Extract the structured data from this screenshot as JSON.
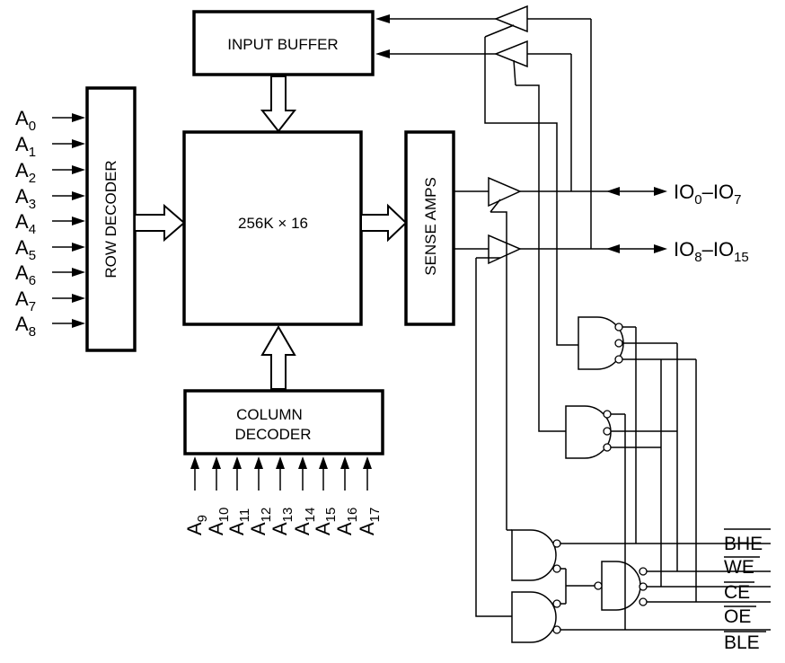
{
  "diagram": {
    "input_buffer_label": "INPUT BUFFER",
    "row_decoder_label": "ROW DECODER",
    "array_label": "256K × 16",
    "sense_amps_label": "SENSE AMPS",
    "column_decoder_line1": "COLUMN",
    "column_decoder_line2": "DECODER",
    "row_address_inputs": [
      {
        "base": "A",
        "sub": "0"
      },
      {
        "base": "A",
        "sub": "1"
      },
      {
        "base": "A",
        "sub": "2"
      },
      {
        "base": "A",
        "sub": "3"
      },
      {
        "base": "A",
        "sub": "4"
      },
      {
        "base": "A",
        "sub": "5"
      },
      {
        "base": "A",
        "sub": "6"
      },
      {
        "base": "A",
        "sub": "7"
      },
      {
        "base": "A",
        "sub": "8"
      }
    ],
    "column_address_inputs": [
      {
        "base": "A",
        "sub": "9"
      },
      {
        "base": "A",
        "sub": "10"
      },
      {
        "base": "A",
        "sub": "11"
      },
      {
        "base": "A",
        "sub": "12"
      },
      {
        "base": "A",
        "sub": "13"
      },
      {
        "base": "A",
        "sub": "14"
      },
      {
        "base": "A",
        "sub": "15"
      },
      {
        "base": "A",
        "sub": "16"
      },
      {
        "base": "A",
        "sub": "17"
      }
    ],
    "io_low": {
      "a": "IO",
      "a_sub": "0",
      "dash": "–",
      "b": "IO",
      "b_sub": "7"
    },
    "io_high": {
      "a": "IO",
      "a_sub": "8",
      "dash": "–",
      "b": "IO",
      "b_sub": "15"
    },
    "control_signals": [
      "BHE",
      "WE",
      "CE",
      "OE",
      "BLE"
    ]
  }
}
